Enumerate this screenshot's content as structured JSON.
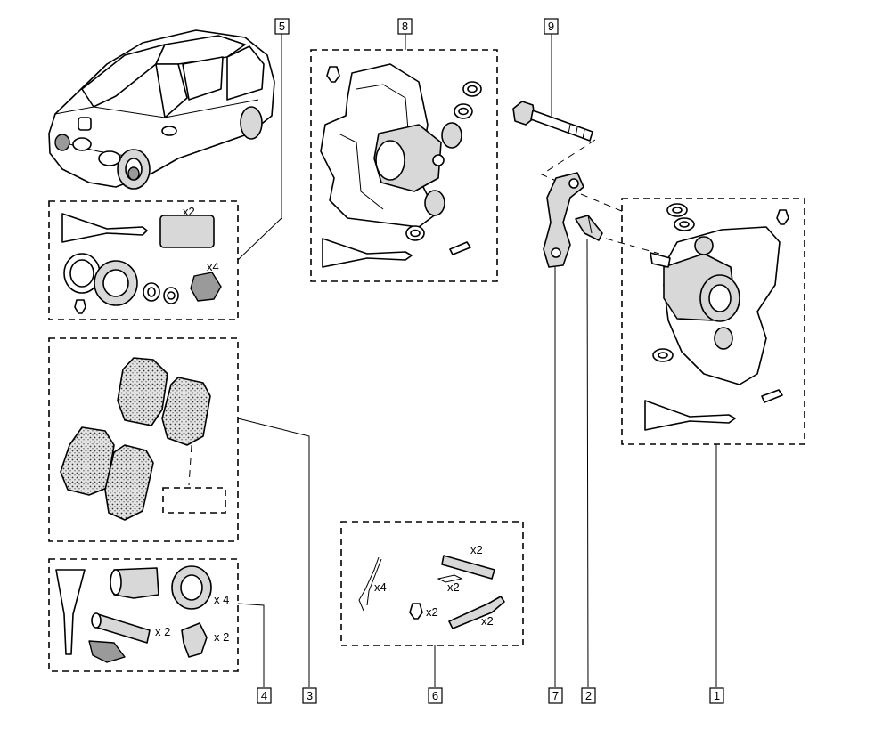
{
  "callouts": {
    "c1": "1",
    "c2": "2",
    "c3": "3",
    "c4": "4",
    "c5": "5",
    "c6": "6",
    "c7": "7",
    "c8": "8",
    "c9": "9"
  },
  "quantities": {
    "kit5_x2": "x2",
    "kit5_x4": "x4",
    "kit4_x4": "x 4",
    "kit4_x2_a": "x 2",
    "kit4_x2_b": "x 2",
    "kit6_x4": "x4",
    "kit6_x2_a": "x2",
    "kit6_x2_b": "x2",
    "kit6_x2_c": "x2",
    "kit6_x2_d": "x2"
  }
}
